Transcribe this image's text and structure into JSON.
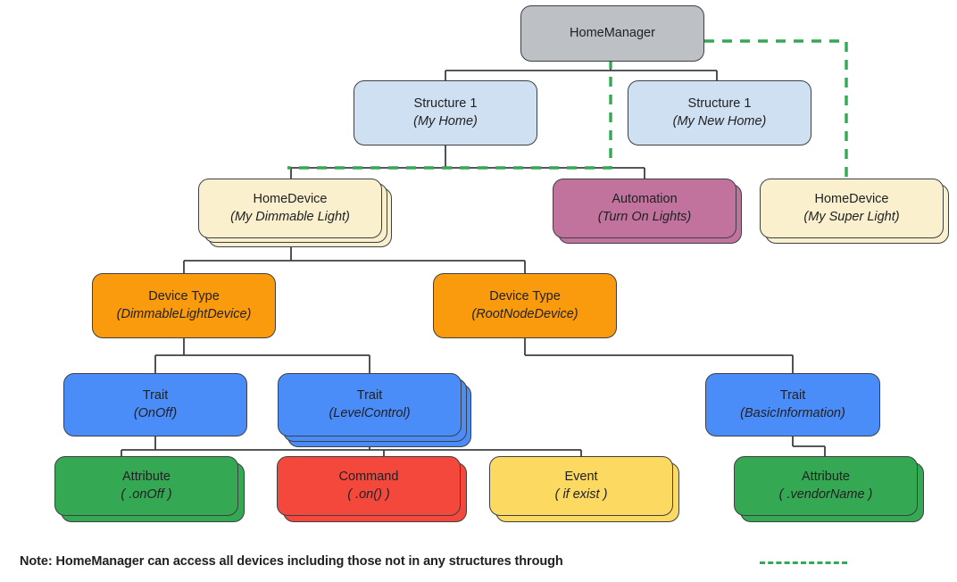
{
  "diagram": {
    "title": "HomeManager device and structure hierarchy",
    "colors": {
      "home_manager": "#bdc1c6",
      "structure": "#cfe0f3",
      "home_device": "#fbf0cd",
      "automation": "#c2739d",
      "device_type": "#f99b0c",
      "trait": "#4b8df8",
      "attribute": "#34a853",
      "command": "#f4483c",
      "event": "#fcd961",
      "stroke": "#3c4043",
      "dashed_access": "#34a853",
      "text": "#202124"
    },
    "nodes": [
      {
        "id": "home-manager",
        "type": "HomeManager",
        "line1": "HomeManager",
        "line2": "",
        "stacked": 0
      },
      {
        "id": "structure-my-home",
        "type": "Structure",
        "line1": "Structure 1",
        "line2": "(My Home)",
        "stacked": 0
      },
      {
        "id": "structure-my-new-home",
        "type": "Structure",
        "line1": "Structure 1",
        "line2": "(My New Home)",
        "stacked": 0
      },
      {
        "id": "device-dimmable-light",
        "type": "HomeDevice",
        "line1": "HomeDevice",
        "line2": "(My Dimmable Light)",
        "stacked": 2
      },
      {
        "id": "automation-turn-on",
        "type": "Automation",
        "line1": "Automation",
        "line2": "(Turn On Lights)",
        "stacked": 1
      },
      {
        "id": "device-super-light",
        "type": "HomeDevice",
        "line1": "HomeDevice",
        "line2": "(My Super Light)",
        "stacked": 1
      },
      {
        "id": "devicetype-dimmable",
        "type": "Device Type",
        "line1": "Device Type",
        "line2": "(DimmableLightDevice)",
        "stacked": 0
      },
      {
        "id": "devicetype-rootnode",
        "type": "Device Type",
        "line1": "Device Type",
        "line2": "(RootNodeDevice)",
        "stacked": 0
      },
      {
        "id": "trait-onoff",
        "type": "Trait",
        "line1": "Trait",
        "line2": "(OnOff)",
        "stacked": 0
      },
      {
        "id": "trait-levelcontrol",
        "type": "Trait",
        "line1": "Trait",
        "line2": "(LevelControl)",
        "stacked": 2
      },
      {
        "id": "trait-basicinfo",
        "type": "Trait",
        "line1": "Trait",
        "line2": "(BasicInformation)",
        "stacked": 0
      },
      {
        "id": "attribute-onoff",
        "type": "Attribute",
        "line1": "Attribute",
        "line2": "( .onOff )",
        "stacked": 1
      },
      {
        "id": "command-on",
        "type": "Command",
        "line1": "Command",
        "line2": "( .on() )",
        "stacked": 1
      },
      {
        "id": "event-if-exist",
        "type": "Event",
        "line1": "Event",
        "line2": "( if exist )",
        "stacked": 1
      },
      {
        "id": "attribute-vendorname",
        "type": "Attribute",
        "line1": "Attribute",
        "line2": "( .vendorName )",
        "stacked": 1
      }
    ],
    "note": {
      "text": "Note: HomeManager can access all devices including those not in any structures through",
      "legend_style": "green-dashed-line"
    }
  }
}
